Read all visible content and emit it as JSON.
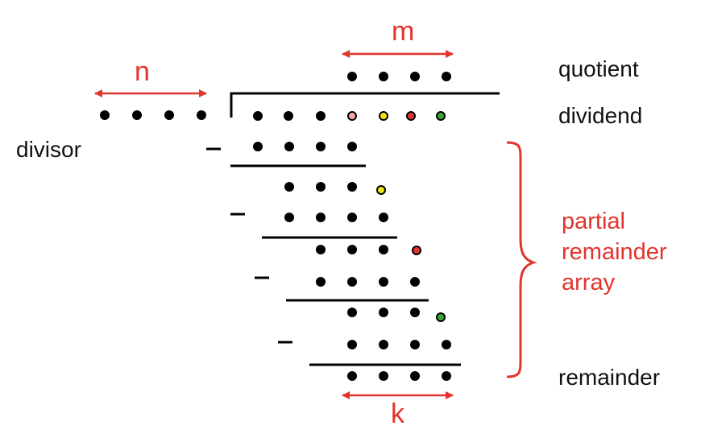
{
  "labels": {
    "m": "m",
    "n": "n",
    "k": "k",
    "quotient": "quotient",
    "dividend": "dividend",
    "divisor": "divisor",
    "remainder": "remainder",
    "partial_remainder": [
      "partial",
      "remainder",
      "array"
    ]
  },
  "colors": {
    "accent": "#e2342d",
    "dot": "#000000",
    "bit_pink": "#f4a6a6",
    "bit_yellow": "#f2e21b",
    "bit_red": "#e2342d",
    "bit_green": "#3aa63a"
  }
}
